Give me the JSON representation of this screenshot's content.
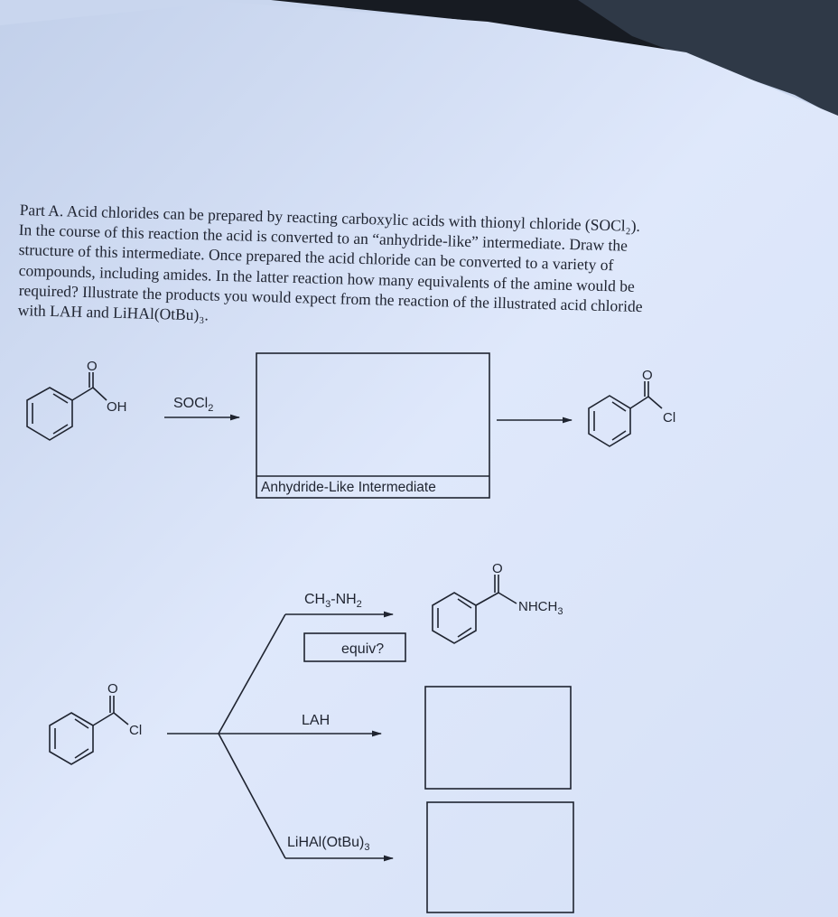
{
  "paragraph": {
    "lines": [
      "Part A.  Acid chlorides can be prepared by reacting carboxylic acids with thionyl chloride (SOCl₂).",
      "In the course of this reaction the acid is converted to an “anhydride-like” intermediate.  Draw the",
      "structure of this intermediate.   Once prepared the acid chloride can be converted to a variety of",
      "compounds, including amides.   In the latter reaction how many equivalents of the amine would be",
      "required?  Illustrate the products you would expect from the reaction of the illustrated acid chloride",
      "with LAH and LiHAl(OtBu)₃."
    ]
  },
  "scheme1": {
    "carbonyl_o": "O",
    "acid_oh": "OH",
    "reagent": "SOCl",
    "reagent_sub": "2",
    "intermediate_label": "Anhydride-Like Intermediate",
    "product_o": "O",
    "product_cl": "Cl"
  },
  "scheme2": {
    "start_o": "O",
    "start_cl": "Cl",
    "amine_reagent_a": "CH",
    "amine_reagent_sub1": "3",
    "amine_reagent_b": "-NH",
    "amine_reagent_sub2": "2",
    "equiv_label": "equiv?",
    "amide_o": "O",
    "amide_group": "NHCH",
    "amide_group_sub": "3",
    "lah_label": "LAH",
    "lihal_label": "LiHAl(OtBu)",
    "lihal_sub": "3"
  }
}
